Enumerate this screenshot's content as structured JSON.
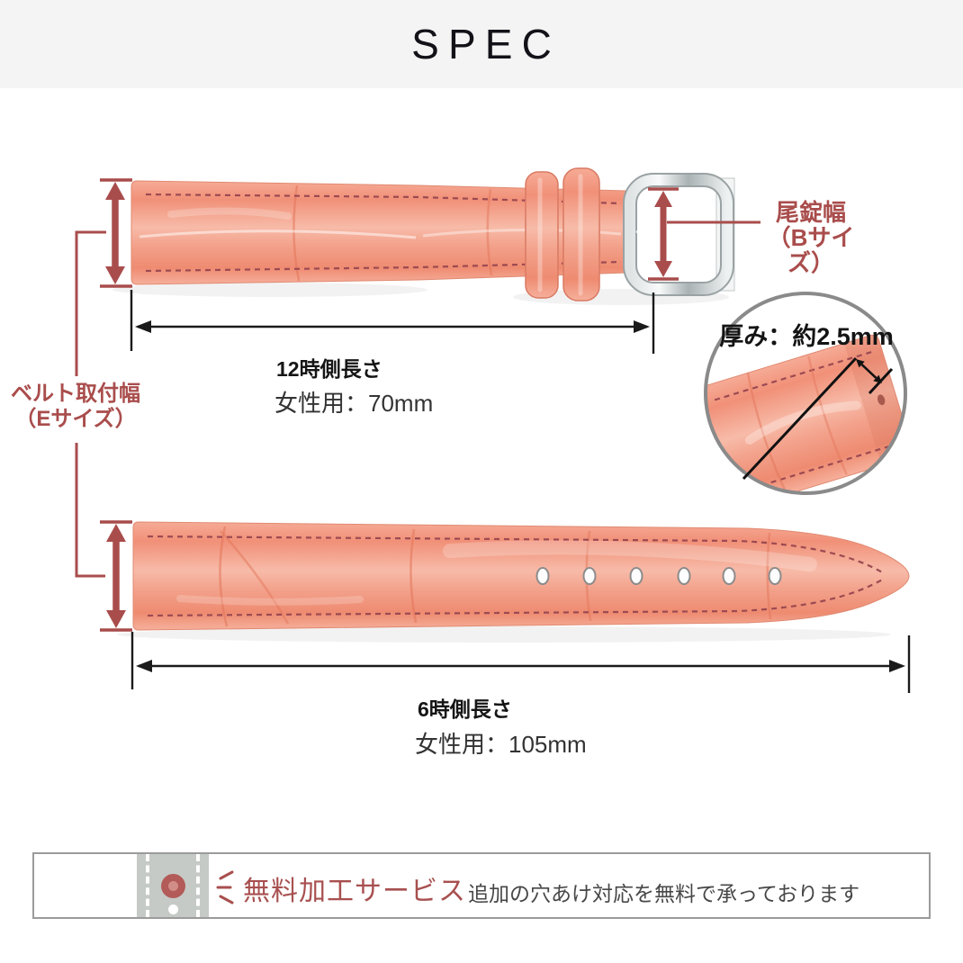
{
  "header": {
    "title": "SPEC"
  },
  "diagram": {
    "buckle_width_label": {
      "line1": "尾錠幅",
      "line2": "（Bサイズ）"
    },
    "attach_width_label": {
      "line1": "ベルト取付幅",
      "line2": "（Eサイズ）"
    },
    "strap_12_side": {
      "length_label": "12時側長さ",
      "length_value": "女性用：70mm"
    },
    "strap_6_side": {
      "length_label": "6時側長さ",
      "length_value": "女性用：105mm"
    },
    "thickness_inset": {
      "label": "厚み：約2.5mm"
    }
  },
  "banner": {
    "title": "無料加工サービス",
    "description": "追加の穴あけ対応を無料で承っております"
  },
  "colors": {
    "accent_red": "#a94d4c",
    "banner_title_red": "#a84f4f",
    "strap_pink": "#f2957f",
    "metal_silver": "#c2c7c9",
    "header_bg": "#f4f4f5",
    "dimension_black": "#1a1a1a"
  }
}
